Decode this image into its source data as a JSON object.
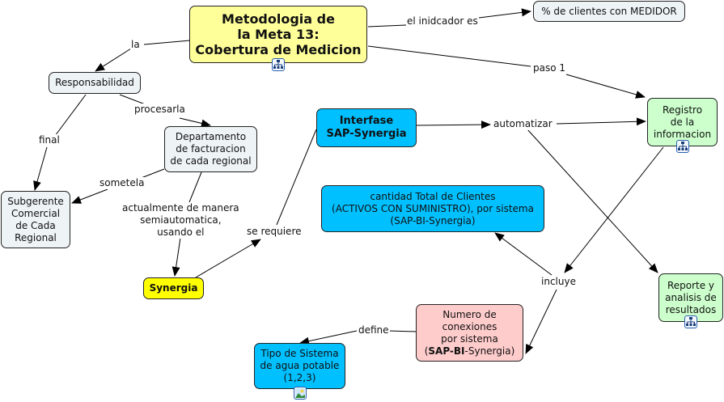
{
  "nodes": {
    "main": "Metodologia de\nla Meta 13:\nCobertura de Medicion",
    "medidor": "% de clientes con MEDIDOR",
    "responsabilidad": "Responsabilidad",
    "departamento": "Departamento\nde facturacion\nde cada regional",
    "subgerente": "Subgerente\nComercial\nde Cada\nRegional",
    "synergia": "Synergia",
    "interfase": "Interfase\nSAP-Synergia",
    "registro": "Registro\nde la\ninformacion",
    "cantidad": "cantidad Total de Clientes\n(ACTIVOS CON SUMINISTRO), por sistema\n(SAP-BI-Synergia)",
    "reporte": "Reporte y\nanalisis de\nresultados",
    "numero_line1": "Numero de\nconexiones\npor sistema",
    "numero_open": "(",
    "numero_bold": "SAP-BI",
    "numero_rest": "-Synergia)",
    "tipo": "Tipo de Sistema\nde agua potable\n(1,2,3)"
  },
  "links": {
    "la": "la",
    "indicador": "el inidcador es",
    "paso1": "paso 1",
    "procesarla": "procesarla",
    "final": "final",
    "sometela": "sometela",
    "actualmente": "actualmente de manera\nsemiautomatica,\nusando el",
    "se_requiere": "se requiere",
    "automatizar": "automatizar",
    "incluye": "incluye",
    "define": "define"
  },
  "icons": {
    "concept_map": "concept-map-icon",
    "image": "image-icon"
  },
  "colors": {
    "grey_node": "#eef3f6",
    "main_node": "#ffff99",
    "synergia_node": "#ffff00",
    "cyan_node": "#00c0ff",
    "green_node": "#ccffcc",
    "pink_node": "#ffcccc"
  }
}
